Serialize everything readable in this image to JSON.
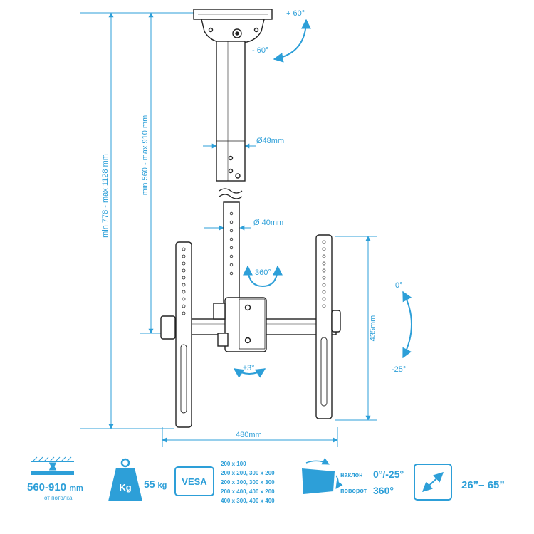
{
  "dimensions": {
    "total_height": "min 778 -  max 1128 mm",
    "pole_height": "min 560 - max 910 mm",
    "tube_outer": "Ø48mm",
    "tube_inner": "Ø 40mm",
    "width": "480mm",
    "height": "435mm"
  },
  "rotations": {
    "ceiling_plus": "+ 60°",
    "ceiling_minus": "- 60°",
    "swivel": "360°",
    "tilt_top": "0°",
    "tilt_bottom": "-25°",
    "level": "±3°"
  },
  "spec_bar": {
    "drop": {
      "value": "560-910",
      "unit": "mm",
      "caption": "от потолка"
    },
    "load": {
      "icon_label": "Kg",
      "value": "55",
      "unit": "kg"
    },
    "vesa": {
      "icon_label": "VESA",
      "patterns": [
        "200 x 100",
        "200 x 200, 300 x 200",
        "200 x 300, 300 x 300",
        "200 x 400, 400 x 200",
        "400 x 300, 400 x 400"
      ]
    },
    "motion": {
      "tilt_label": "наклон",
      "tilt_value": "0°/-25°",
      "rotate_label": "поворот",
      "rotate_value": "360°"
    },
    "screen": {
      "value": "26”– 65”"
    }
  },
  "colors": {
    "accent": "#2d9fd8",
    "line": "#222222"
  }
}
